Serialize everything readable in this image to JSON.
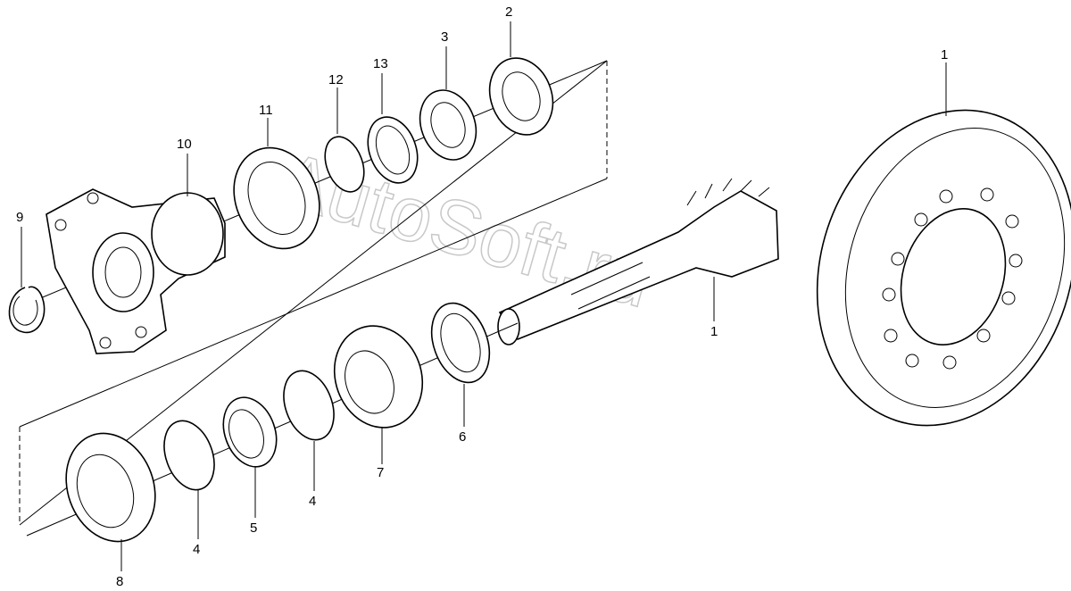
{
  "watermark": "AutoSoft.ru",
  "labels": {
    "l1a": "1",
    "l1b": "1",
    "l2": "2",
    "l3": "3",
    "l4a": "4",
    "l4b": "4",
    "l5": "5",
    "l6": "6",
    "l7": "7",
    "l8": "8",
    "l9": "9",
    "l10": "10",
    "l11": "11",
    "l12": "12",
    "l13": "13"
  }
}
